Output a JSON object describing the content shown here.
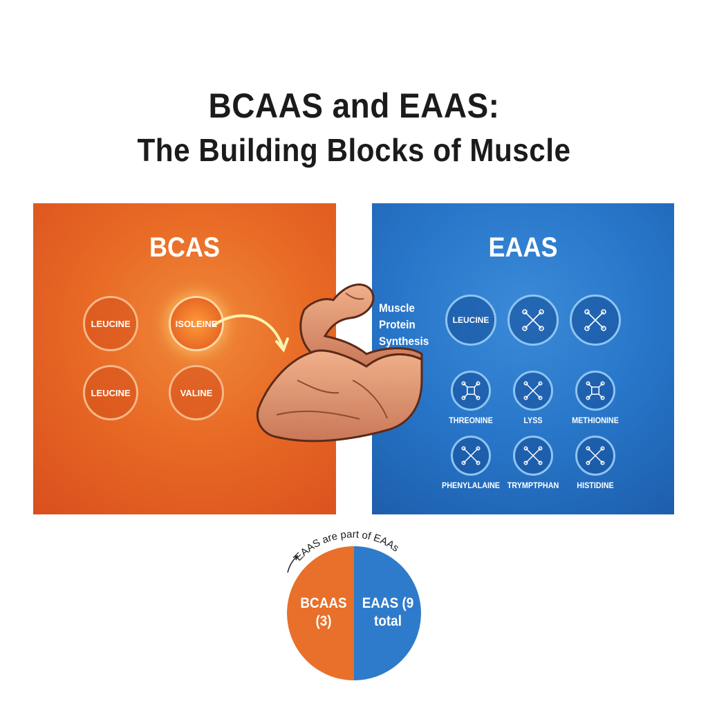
{
  "title": {
    "line1": "BCAAS and EAAS:",
    "line2": "The Building Blocks of Muscle"
  },
  "left_panel": {
    "heading": "BCAS",
    "color": "#e86a25",
    "items": [
      "LEUCINE",
      "ISOLEINE",
      "LEUCINE",
      "VALINE"
    ]
  },
  "right_panel": {
    "heading": "EAAS",
    "color": "#2876c9",
    "top_row": [
      "LEUCINE",
      "",
      ""
    ],
    "middle_row": [
      "THREONINE",
      "LYSS",
      "METHIONINE"
    ],
    "bottom_row": [
      "PHENYLALAINE",
      "TRYMPTPHAN",
      "HISTIDINE"
    ],
    "molecule_icon": "molecule-icon"
  },
  "center": {
    "annotation": "Muscle Protein Synthesis",
    "annotation_lines": [
      "Muscle",
      "Protein",
      "Synthesis"
    ],
    "icon": "flexed-arm-icon"
  },
  "pie": {
    "caption": "EAAS are part of EAAs",
    "left_label_lines": [
      "BCAAS",
      "(3)"
    ],
    "right_label_lines": [
      "EAAS (9",
      "total"
    ],
    "left_color": "#e8702a",
    "right_color": "#2f7bcb"
  }
}
